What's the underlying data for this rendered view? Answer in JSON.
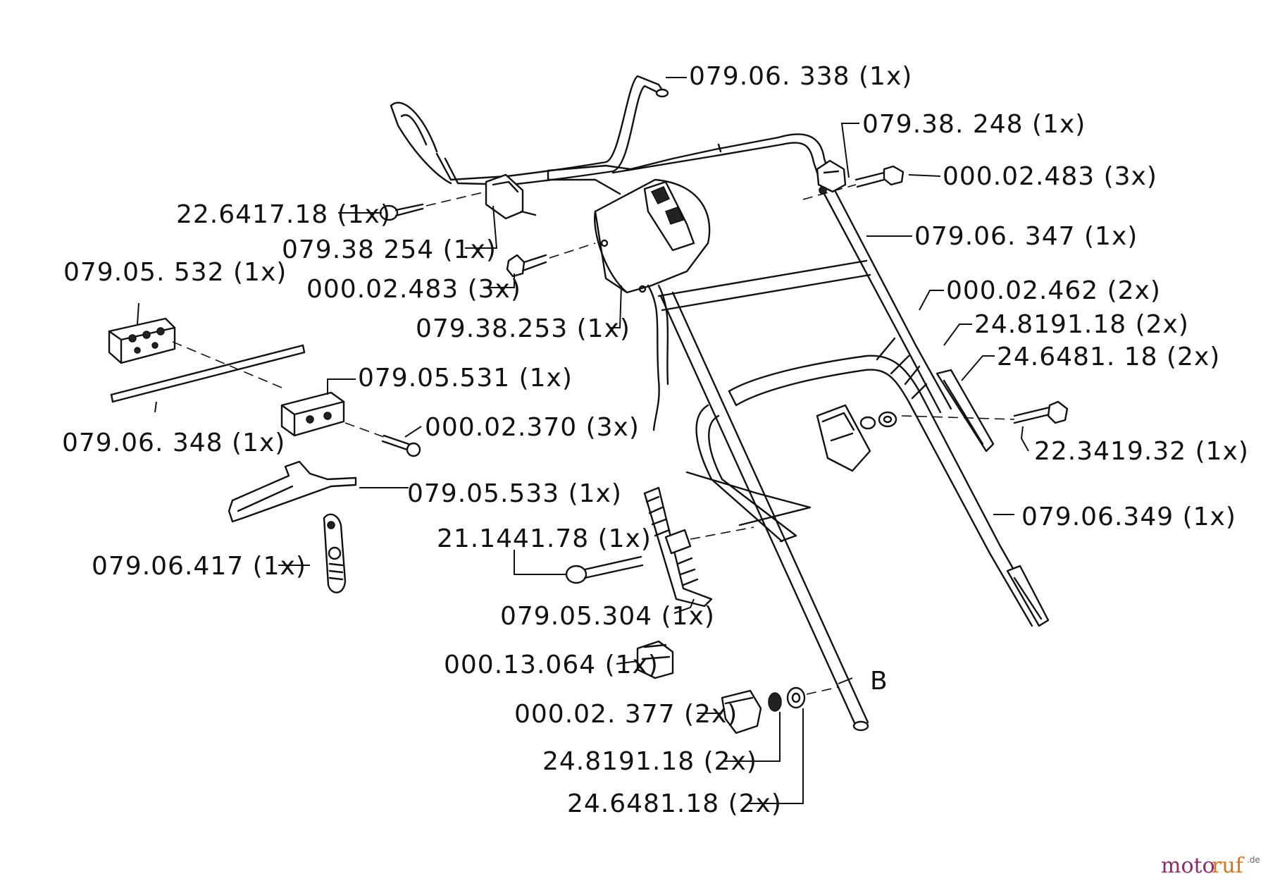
{
  "parts": {
    "p_079_06_338": "079.06. 338  (1x)",
    "p_079_38_248": "079.38. 248  (1x)",
    "p_000_02_483_right": "000.02.483  (3x)",
    "p_22_6417_18": "22.6417.18  (1x)",
    "p_079_38_254": "079.38  254  (1x)",
    "p_079_06_347": "079.06. 347   (1x)",
    "p_079_05_532": "079.05. 532  (1x)",
    "p_000_02_483_left": "000.02.483  (3x)",
    "p_000_02_462": "000.02.462  (2x)",
    "p_079_38_253": "079.38.253  (1x)",
    "p_24_8191_18_upper": "24.8191.18  (2x)",
    "p_24_6481_18_upper": "24.6481. 18  (2x)",
    "p_079_05_531": "079.05.531  (1x)",
    "p_079_06_348": "079.06. 348  (1x)",
    "p_000_02_370": "000.02.370  (3x)",
    "p_22_3419_32": "22.3419.32  (1x)",
    "p_079_05_533": "079.05.533  (1x)",
    "p_079_06_349": "079.06.349  (1x)",
    "p_21_1441_78": "21.1441.78  (1x)",
    "p_079_06_417": "079.06.417   (1x)",
    "p_079_05_304": "079.05.304  (1x)",
    "p_000_13_064": "000.13.064  (1x)",
    "p_000_02_377": "000.02. 377  (2x)",
    "p_24_8191_18_lower": "24.8191.18  (2x)",
    "p_24_6481_18_lower": "24.6481.18  (2x)"
  },
  "marker_b": "B",
  "watermark": {
    "moto": "moto",
    "ruf": "ruf",
    "de": ".de"
  }
}
